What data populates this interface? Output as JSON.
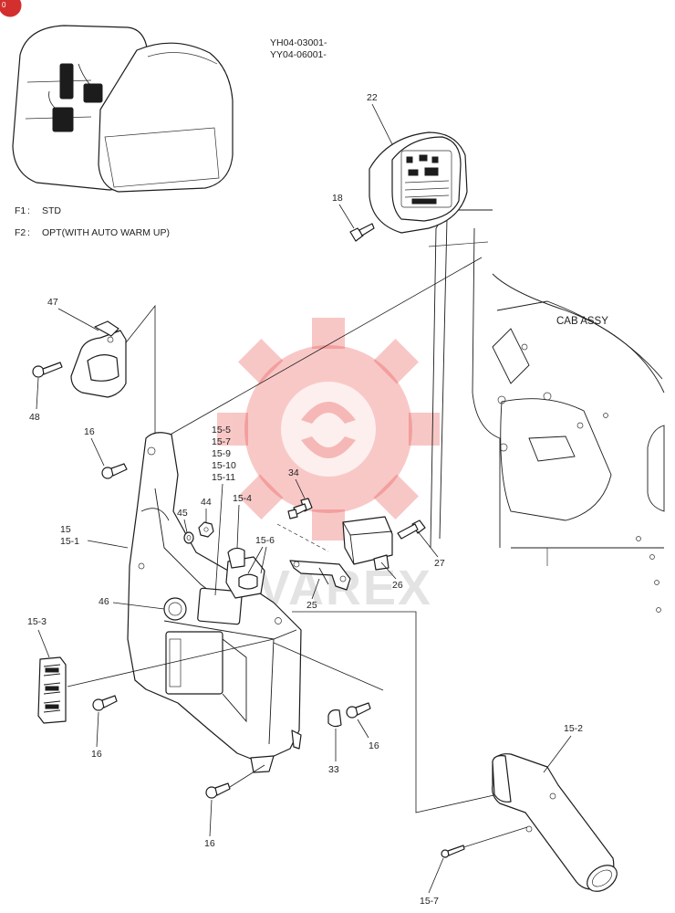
{
  "serials": [
    "YH04-03001-",
    "YY04-06001-"
  ],
  "legend": [
    {
      "key": "F1",
      "desc": "STD"
    },
    {
      "key": "F2",
      "desc": "OPT(WITH AUTO WARM UP)"
    }
  ],
  "assembly_label": "CAB ASSY",
  "watermark_text": "VAREX",
  "callouts": {
    "c22": "22",
    "c18": "18",
    "c47": "47",
    "c48": "48",
    "c16a": "16",
    "c15_5": "15-5",
    "c15_7a": "15-7",
    "c15_9": "15-9",
    "c15_10": "15-10",
    "c15_11": "15-11",
    "c34": "34",
    "c45": "45",
    "c44": "44",
    "c15_4": "15-4",
    "c15": "15",
    "c15_1": "15-1",
    "c15_6": "15-6",
    "c27": "27",
    "c26": "26",
    "c25": "25",
    "c46": "46",
    "c15_3": "15-3",
    "c16b": "16",
    "c33": "33",
    "c16c": "16",
    "c16d": "16",
    "c15_2": "15-2",
    "c15_7b": "15-7"
  }
}
